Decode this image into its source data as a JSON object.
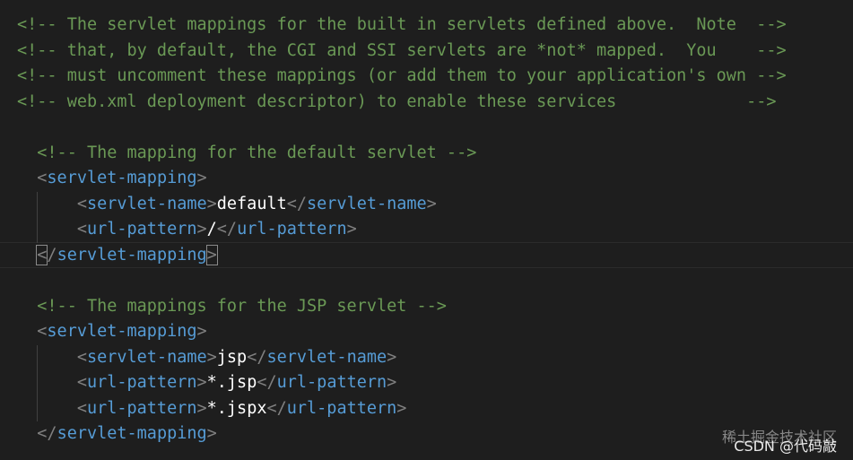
{
  "editor": {
    "lines": [
      [
        [
          "c-comment",
          "<!-- The servlet mappings for the built in servlets defined above.  Note  -->"
        ]
      ],
      [
        [
          "c-comment",
          "<!-- that, by default, the CGI and SSI servlets are *not* mapped.  You    -->"
        ]
      ],
      [
        [
          "c-comment",
          "<!-- must uncomment these mappings (or add them to your application's own -->"
        ]
      ],
      [
        [
          "c-comment",
          "<!-- web.xml deployment descriptor) to enable these services             -->"
        ]
      ],
      [],
      [
        [
          "c-comment",
          "  <!-- The mapping for the default servlet -->"
        ]
      ],
      [
        [
          "c-bracket",
          "  <"
        ],
        [
          "c-tag",
          "servlet-mapping"
        ],
        [
          "c-bracket",
          ">"
        ]
      ],
      [
        [
          "c-bracket",
          "      <"
        ],
        [
          "c-tag",
          "servlet-name"
        ],
        [
          "c-bracket",
          ">"
        ],
        [
          "c-text",
          "default"
        ],
        [
          "c-bracket",
          "</"
        ],
        [
          "c-tag",
          "servlet-name"
        ],
        [
          "c-bracket",
          ">"
        ]
      ],
      [
        [
          "c-bracket",
          "      <"
        ],
        [
          "c-tag",
          "url-pattern"
        ],
        [
          "c-bracket",
          ">"
        ],
        [
          "c-text",
          "/"
        ],
        [
          "c-bracket",
          "</"
        ],
        [
          "c-tag",
          "url-pattern"
        ],
        [
          "c-bracket",
          ">"
        ]
      ],
      [
        [
          "c-bracket",
          "  "
        ],
        [
          "c-bracket hl-box",
          "<"
        ],
        [
          "c-bracket",
          "/"
        ],
        [
          "c-tag",
          "servlet-mapping"
        ],
        [
          "c-bracket hl-box",
          ">"
        ]
      ],
      [],
      [
        [
          "c-comment",
          "  <!-- The mappings for the JSP servlet -->"
        ]
      ],
      [
        [
          "c-bracket",
          "  <"
        ],
        [
          "c-tag",
          "servlet-mapping"
        ],
        [
          "c-bracket",
          ">"
        ]
      ],
      [
        [
          "c-bracket",
          "      <"
        ],
        [
          "c-tag",
          "servlet-name"
        ],
        [
          "c-bracket",
          ">"
        ],
        [
          "c-text",
          "jsp"
        ],
        [
          "c-bracket",
          "</"
        ],
        [
          "c-tag",
          "servlet-name"
        ],
        [
          "c-bracket",
          ">"
        ]
      ],
      [
        [
          "c-bracket",
          "      <"
        ],
        [
          "c-tag",
          "url-pattern"
        ],
        [
          "c-bracket",
          ">"
        ],
        [
          "c-text",
          "*.jsp"
        ],
        [
          "c-bracket",
          "</"
        ],
        [
          "c-tag",
          "url-pattern"
        ],
        [
          "c-bracket",
          ">"
        ]
      ],
      [
        [
          "c-bracket",
          "      <"
        ],
        [
          "c-tag",
          "url-pattern"
        ],
        [
          "c-bracket",
          ">"
        ],
        [
          "c-text",
          "*.jspx"
        ],
        [
          "c-bracket",
          "</"
        ],
        [
          "c-tag",
          "url-pattern"
        ],
        [
          "c-bracket",
          ">"
        ]
      ],
      [
        [
          "c-bracket",
          "  </"
        ],
        [
          "c-tag",
          "servlet-mapping"
        ],
        [
          "c-bracket",
          ">"
        ]
      ]
    ]
  },
  "watermark": {
    "line1": "稀土掘金技术社区",
    "line2": "CSDN @代码敲"
  }
}
